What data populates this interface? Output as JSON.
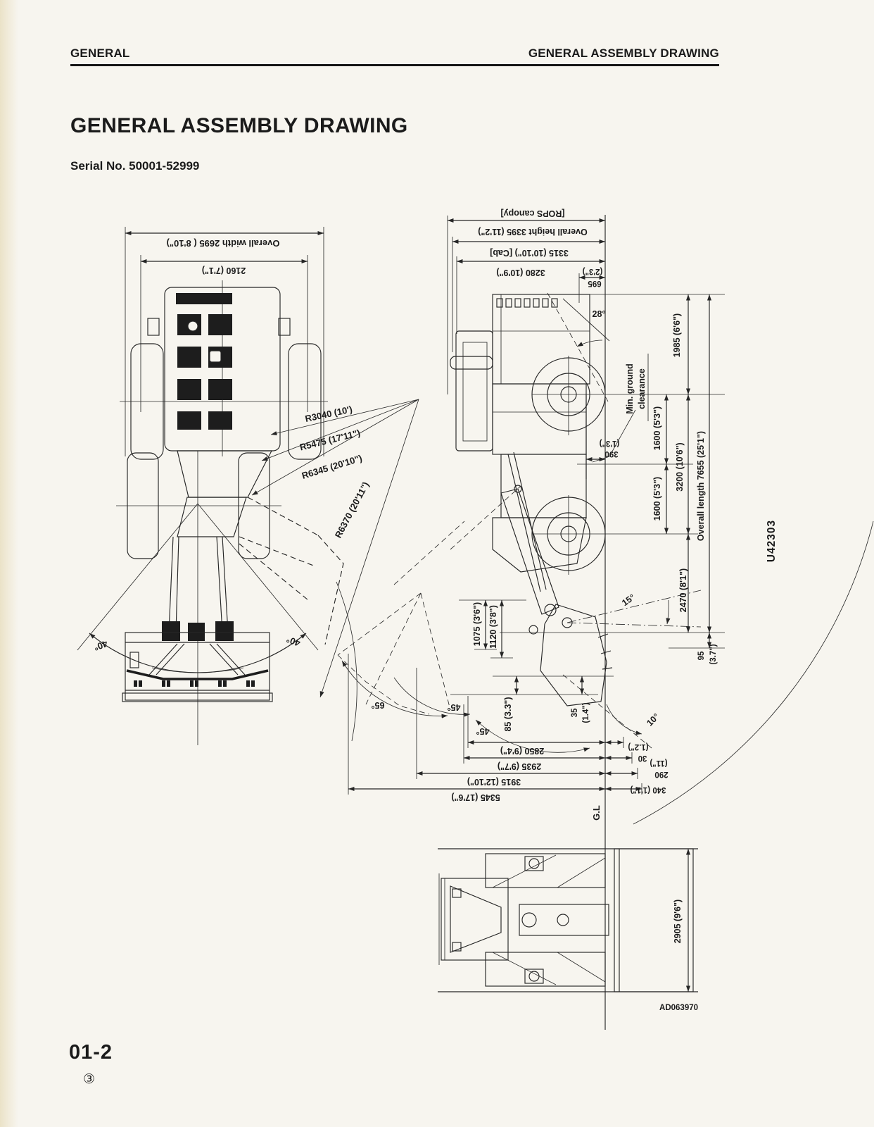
{
  "header": {
    "left": "GENERAL",
    "right": "GENERAL ASSEMBLY DRAWING"
  },
  "title": "GENERAL ASSEMBLY DRAWING",
  "serial": "Serial No. 50001-52999",
  "footer": {
    "page_number": "01-2",
    "revision": "③"
  },
  "codes": {
    "drawing_ref": "U42303",
    "figure": "AD063970"
  },
  "plan_view": {
    "overall_width": "Overall width 2695 ( 8'10\")",
    "inner_width": "2160 (7'1\")",
    "steer_left": "40°",
    "steer_right": "40°",
    "r1": "R3040 (10')",
    "r2": "R5475 (17'11\")",
    "r3": "R6345 (20'10\")",
    "r4": "R6370 (20'11\")"
  },
  "side_view": {
    "rops": "[ROPS canopy]",
    "overall_height": "Overall height 3395 (11'2\")",
    "cab_height": "3315 (10'10\") [Cab]",
    "h3280": "3280 (10'9\")",
    "d695": "695",
    "d695_in": "(2'3\")",
    "angle_departure": "28°",
    "min_ground_1": "Min. ground",
    "min_ground_2": "clearance",
    "d390": "390",
    "d390_in": "(1'3\")",
    "rear_overhang": "1985 (6'6\")",
    "half_wheelbase_1": "1600 (5'3\")",
    "half_wheelbase_2": "1600 (5'3\")",
    "wheelbase": "3200 (10'6\")",
    "overall_length": "Overall length 7655 (25'1\")",
    "front_dim": "2470 (8'1\")",
    "tooth_95": "95",
    "tooth_95_in": "(3.7\")",
    "angle_15": "15°",
    "angle_10": "10°",
    "d1075": "1075 (3'6\")",
    "d1120": "1120 (3'8\")",
    "angle_65": "65°",
    "angle_45a": "45°",
    "angle_45b": "45°",
    "d85": "85 (3.3\")",
    "d35": "35",
    "d35_in": "(1.4\")",
    "reach_2850": "2850 (9'4\")",
    "reach_2935": "2935 (9'7\")",
    "reach_3915": "3915 (12'10\")",
    "reach_5345": "5345 (17'6\")",
    "d30": "30",
    "d30_in": "(1.2\")",
    "d290": "290",
    "d290_in": "(11\")",
    "d340": "340 (1'1\")",
    "ground_line": "G.L"
  },
  "front_view": {
    "width_2905": "2905 (9'6\")"
  }
}
